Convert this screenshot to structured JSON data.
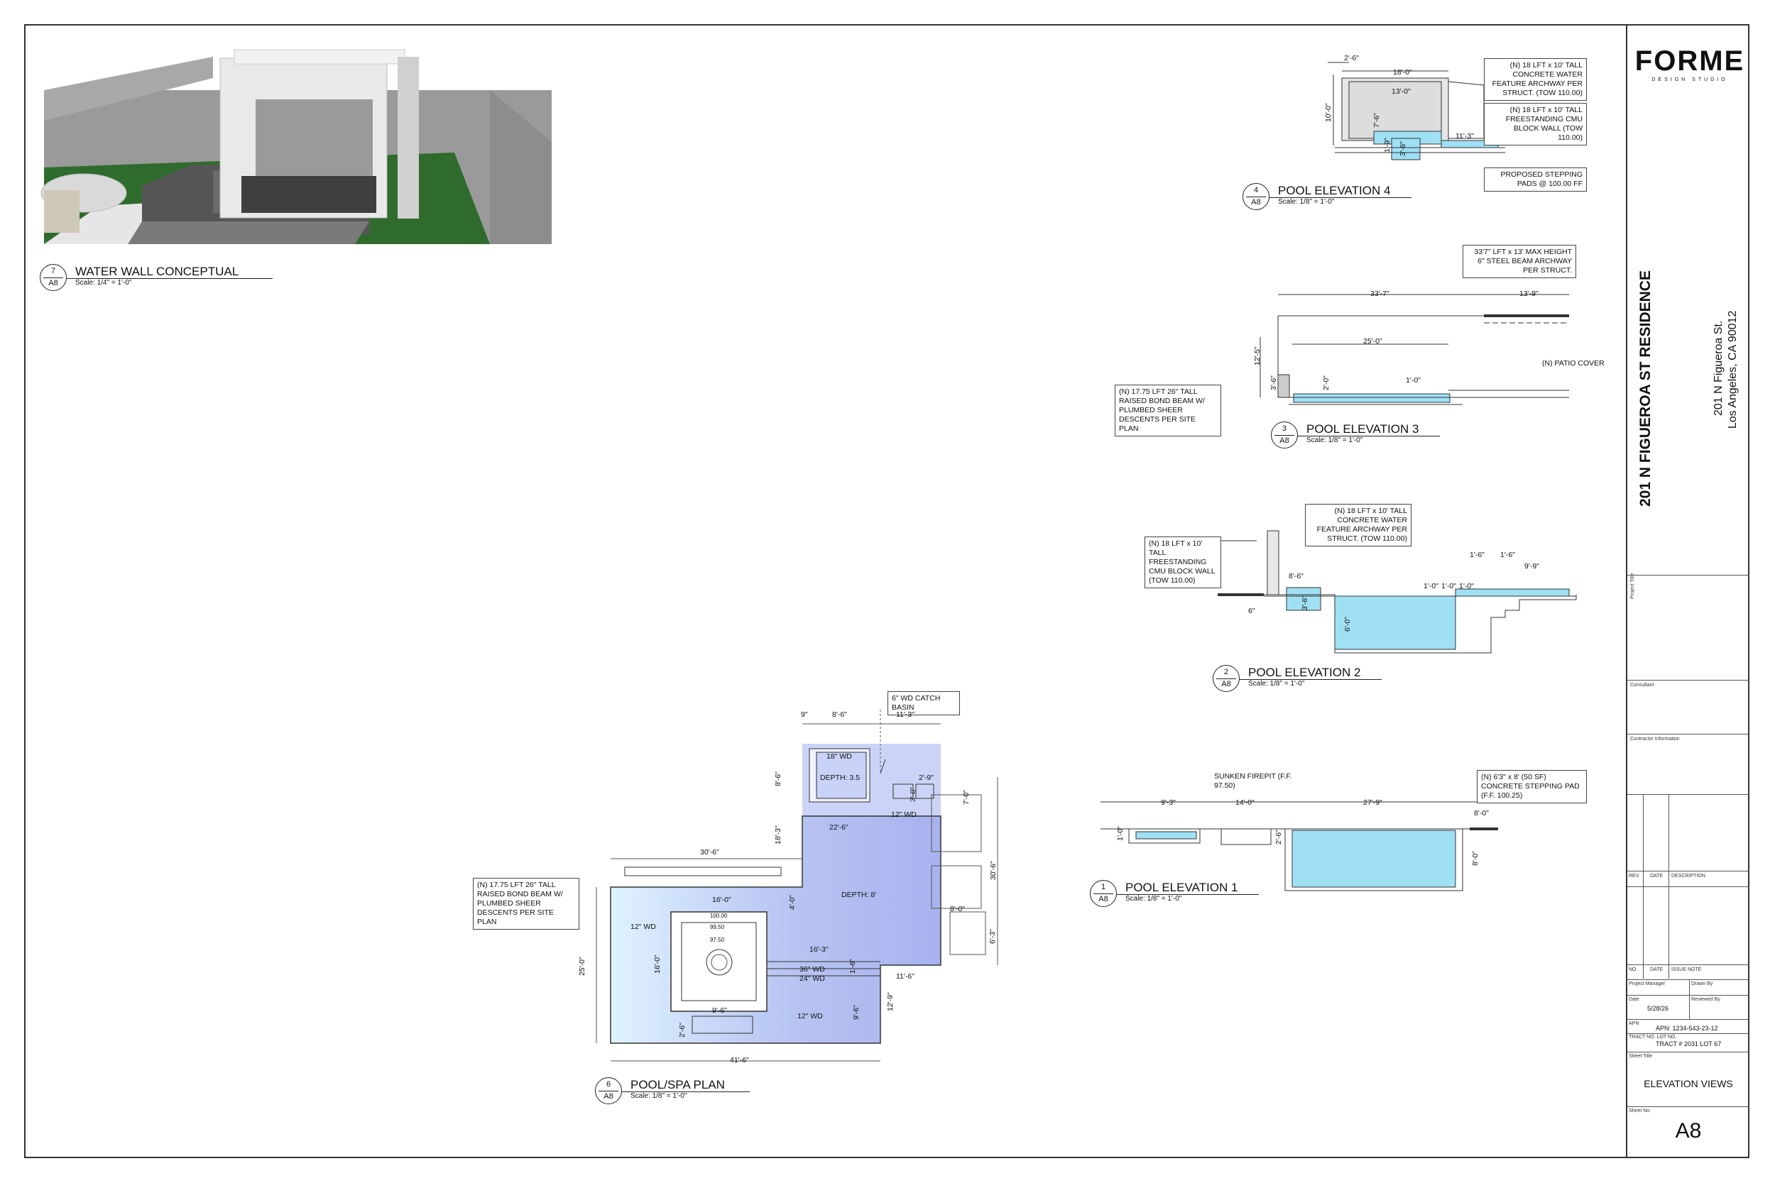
{
  "firm": {
    "name": "FORME",
    "tagline": "DESIGN STUDIO"
  },
  "project": {
    "title": "201 N FIGUEROA ST RESIDENCE",
    "address_line1": "201 N Figueroa St.",
    "address_line2": "Los Angeles, CA 90012"
  },
  "title_block": {
    "project_title_label": "Project Title",
    "consultant_label": "Consultant",
    "contractor_label": "Contractor Information",
    "rev_header": {
      "rev": "REV.",
      "date": "DATE",
      "description": "DESCRIPTION"
    },
    "issue_header": {
      "no": "NO.",
      "date": "DATE",
      "note": "ISSUE NOTE"
    },
    "project_manager_label": "Project Manager",
    "drawn_by_label": "Drawn By",
    "date_label": "Date",
    "date_value": "5/28/26",
    "reviewed_by_label": "Reviewed By",
    "apn_label": "APN",
    "apn_value": "APN: 1234-543-23-12",
    "tract_label": "TRACT NO. LOT NO.",
    "tract_value": "TRACT # 2031 LOT 67",
    "sheet_title_label": "Sheet Title",
    "sheet_title": "ELEVATION VIEWS",
    "sheet_no_label": "Sheet No.",
    "sheet_no": "A8"
  },
  "views": {
    "v7": {
      "num": "7",
      "sheet": "A8",
      "title": "WATER WALL CONCEPTUAL",
      "scale": "Scale: 1/4\" = 1'-0\""
    },
    "v4": {
      "num": "4",
      "sheet": "A8",
      "title": "POOL ELEVATION 4",
      "scale": "Scale: 1/8\" = 1'-0\""
    },
    "v3": {
      "num": "3",
      "sheet": "A8",
      "title": "POOL ELEVATION 3",
      "scale": "Scale: 1/8\" = 1'-0\""
    },
    "v2": {
      "num": "2",
      "sheet": "A8",
      "title": "POOL ELEVATION 2",
      "scale": "Scale: 1/8\" = 1'-0\""
    },
    "v1": {
      "num": "1",
      "sheet": "A8",
      "title": "POOL ELEVATION 1",
      "scale": "Scale: 1/8\" = 1'-0\""
    },
    "v6": {
      "num": "6",
      "sheet": "A8",
      "title": "POOL/SPA PLAN",
      "scale": "Scale: 1/8\" = 1'-0\""
    }
  },
  "notes": {
    "e4_archway": "(N) 18 LFT x 10' TALL CONCRETE WATER FEATURE ARCHWAY PER STRUCT. (TOW 110.00)",
    "e4_cmu": "(N) 18 LFT x 10' TALL FREESTANDING CMU BLOCK WALL (TOW 110.00)",
    "e4_pads": "PROPOSED STEPPING PADS @ 100.00 FF",
    "e3_steel": "33'7\" LFT x 13' MAX HEIGHT 6\" STEEL BEAM ARCHWAY PER STRUCT.",
    "e3_patio": "(N) PATIO COVER",
    "e3_bond": "(N) 17.75 LFT 26\" TALL RAISED BOND BEAM W/ PLUMBED SHEER DESCENTS PER SITE PLAN",
    "e2_archway": "(N) 18 LFT x 10' TALL CONCRETE WATER FEATURE ARCHWAY PER STRUCT. (TOW 110.00)",
    "e2_cmu": "(N) 18 LFT x 10' TALL FREESTANDING CMU BLOCK WALL (TOW 110.00)",
    "e1_firepit": "SUNKEN FIREPIT (F.F. 97.50)",
    "e1_pad": "(N) 6'3\" x 8' (50 SF) CONCRETE STEPPING PAD (F.F. 100.25)",
    "plan_catch": "6\" WD CATCH BASIN",
    "plan_bond": "(N) 17.75 LFT 26\" TALL RAISED BOND BEAM W/ PLUMBED SHEER DESCENTS PER SITE PLAN"
  },
  "dims": {
    "e4": [
      "2'-6\"",
      "18'-0\"",
      "13'-0\"",
      "10'-0\"",
      "7'-6\"",
      "3'-6\"",
      "1'-9\"",
      "11'-3\""
    ],
    "e3": [
      "33'-7\"",
      "13'-9\"",
      "25'-0\"",
      "12'-5\"",
      "3'-6\"",
      "1'-0\"",
      "2'-0\""
    ],
    "e2": [
      "8'-6\"",
      "3'-6\"",
      "6\"",
      "6'-0\"",
      "1'-6\"",
      "1'-6\"",
      "9'-9\"",
      "1'-0\"",
      "1'-0\"",
      "1'-0\""
    ],
    "e1": [
      "9'-3\"",
      "14'-0\"",
      "27'-9\"",
      "8'-0\"",
      "1'-0\"",
      "2'-6\"",
      "8'-0\""
    ],
    "plan": [
      "9\"",
      "8'-6\"",
      "11'-3\"",
      "18\" WD",
      "DEPTH: 3.5",
      "2'-9\"",
      "3'-0\"",
      "7'-0\"",
      "12\" WD",
      "22'-6\"",
      "8'-6\"",
      "18'-3\"",
      "30'-6\"",
      "30'-6\"",
      "DEPTH: 8'",
      "16'-0\"",
      "4'-0\"",
      "12\" WD",
      "100.00",
      "99.50",
      "97.50",
      "16'-0\"",
      "16'-3\"",
      "36\" WD",
      "24\" WD",
      "1'-6\"",
      "11'-6\"",
      "8'-0\"",
      "6'-3\"",
      "25'-0\"",
      "9'-6\"",
      "12\" WD",
      "2'-6\"",
      "9'-6\"",
      "12'-9\"",
      "41'-6\""
    ]
  }
}
